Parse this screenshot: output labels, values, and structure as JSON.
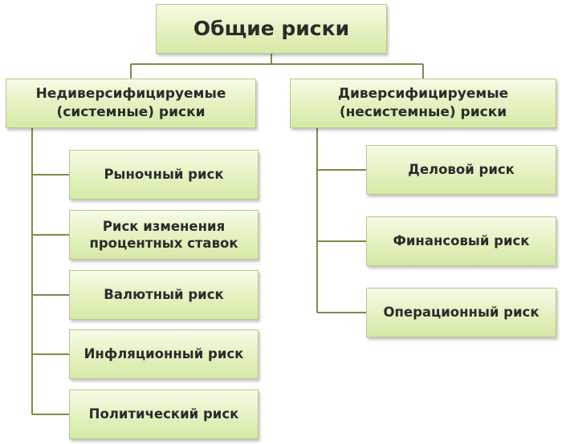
{
  "root": {
    "label": "Общие риски"
  },
  "left": {
    "label": "Недиверсифицируемые (системные) риски",
    "items": [
      "Рыночный риск",
      "Риск изменения процентных ставок",
      "Валютный риск",
      "Инфляционный риск",
      "Политический риск"
    ]
  },
  "right": {
    "label": "Диверсифицируемые (несистемные) риски",
    "items": [
      "Деловой риск",
      "Финансовый риск",
      "Операционный риск"
    ]
  },
  "colors": {
    "box_fill_top": "#f6fbe6",
    "box_fill_bottom": "#d5e9a8",
    "box_border": "#b7c98a",
    "connector": "#7f8a4a",
    "text": "#2b2b2b"
  }
}
